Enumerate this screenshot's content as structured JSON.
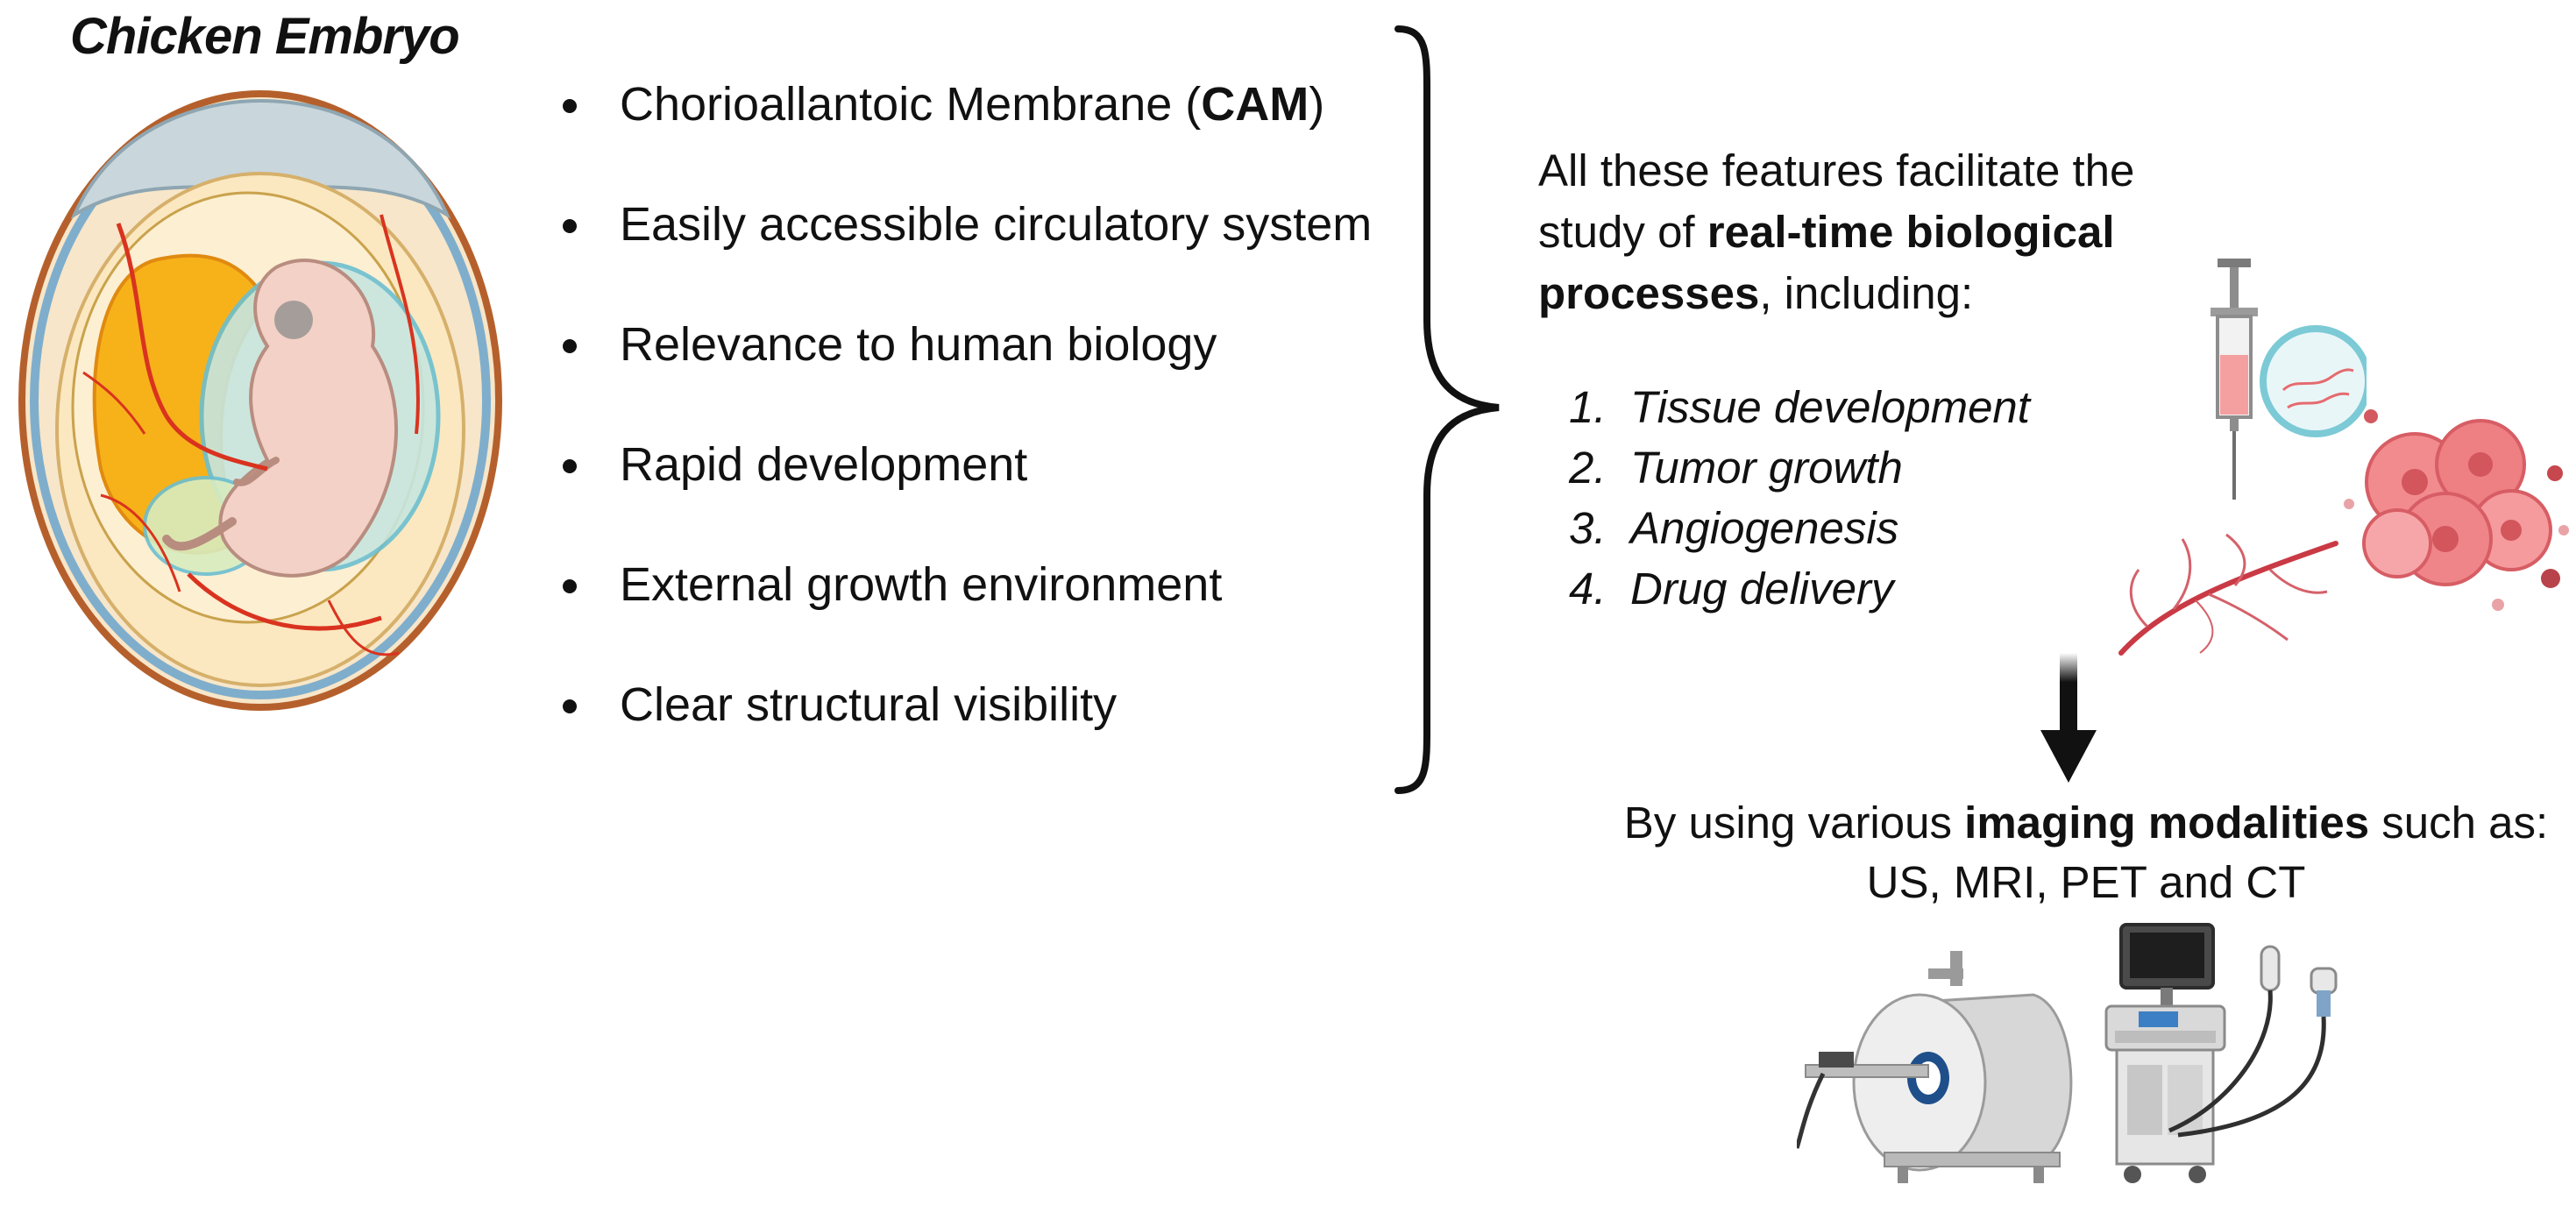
{
  "title": "Chicken Embryo",
  "features": [
    {
      "text": "Chorioallantoic Membrane (",
      "bold": "CAM",
      "suffix": ")"
    },
    {
      "text": "Easily accessible circulatory system"
    },
    {
      "text": "Relevance to human biology"
    },
    {
      "text": "Rapid development"
    },
    {
      "text": "External growth environment"
    },
    {
      "text": "Clear structural visibility"
    }
  ],
  "intro": {
    "part1": "All these features facilitate the study of ",
    "bold": "real-time biological processes",
    "part2": ", including:"
  },
  "processes": [
    {
      "num": "1.",
      "text": "Tissue development"
    },
    {
      "num": "2.",
      "text": "Tumor growth"
    },
    {
      "num": "3.",
      "text": "Angiogenesis"
    },
    {
      "num": "4.",
      "text": "Drug delivery"
    }
  ],
  "imaging": {
    "part1": "By using various ",
    "bold": "imaging modalities",
    "part2": " such as:",
    "line2": "US, MRI, PET and CT"
  },
  "colors": {
    "text": "#111111",
    "shell": "#b5602c",
    "membrane_blue": "#7faecc",
    "yolk": "#f7b21a",
    "embryo_skin": "#f3d1c6",
    "vessel_red": "#d9331f",
    "tumor": "#e56b6f",
    "arrow": "#111111"
  },
  "icons": [
    "egg-embryo-illustration",
    "syringe-icon",
    "tumor-cluster-icon",
    "blood-vessel-icon",
    "mri-scanner-icon",
    "ultrasound-machine-icon"
  ]
}
